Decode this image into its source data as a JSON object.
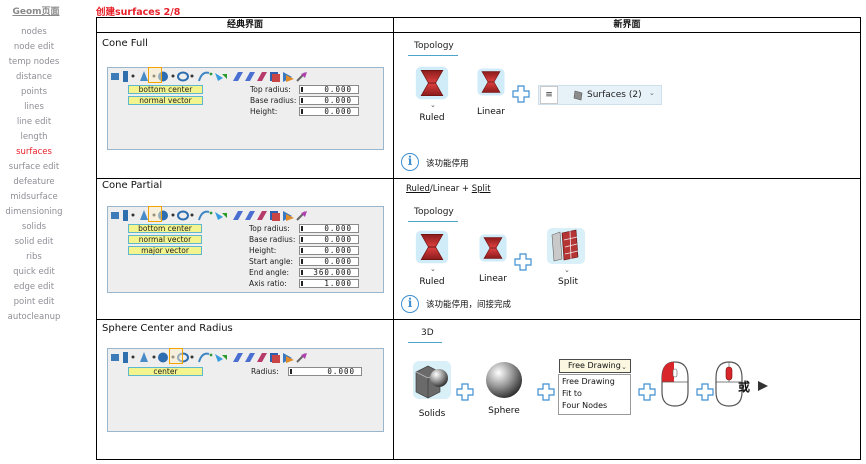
{
  "sidebar": {
    "title": "Geom页面",
    "items": [
      "nodes",
      "node edit",
      "temp nodes",
      "distance",
      "points",
      "lines",
      "line edit",
      "length",
      "surfaces",
      "surface edit",
      "defeature",
      "midsurface",
      "dimensioning",
      "solids",
      "solid edit",
      "ribs",
      "quick edit",
      "edge edit",
      "point edit",
      "autocleanup"
    ],
    "active_index": 8
  },
  "page": {
    "title": "创建surfaces 2/8"
  },
  "table": {
    "headers": {
      "classic": "经典界面",
      "new": "新界面"
    },
    "rows": [
      {
        "title": "Cone Full",
        "dialog": {
          "buttons": [
            "bottom center",
            "normal vector"
          ],
          "fields": [
            {
              "label": "Top radius:",
              "value": "0.000"
            },
            {
              "label": "Base radius:",
              "value": "0.000"
            },
            {
              "label": "Height:",
              "value": "0.000"
            }
          ]
        },
        "new_ui": {
          "tab": "Topology",
          "icons": [
            "Ruled",
            "Linear"
          ],
          "surfaces_label": "Surfaces (2)",
          "menu_glyph": "≡",
          "note": "该功能停用"
        }
      },
      {
        "title": "Cone Partial",
        "dialog": {
          "buttons": [
            "bottom center",
            "normal vector",
            "major vector"
          ],
          "fields": [
            {
              "label": "Top radius:",
              "value": "0.000"
            },
            {
              "label": "Base radius:",
              "value": "0.000"
            },
            {
              "label": "Height:",
              "value": "0.000"
            },
            {
              "label": "Start angle:",
              "value": "0.000"
            },
            {
              "label": "End angle:",
              "value": "360.000"
            },
            {
              "label": "Axis ratio:",
              "value": "1.000"
            }
          ]
        },
        "new_ui": {
          "formula": {
            "a": "Ruled",
            "sep1": "/",
            "b": "Linear",
            "sep2": " + ",
            "c": "Split"
          },
          "tab": "Topology",
          "icons": [
            "Ruled",
            "Linear",
            "Split"
          ],
          "note": "该功能停用，间接完成"
        }
      },
      {
        "title": "Sphere Center and Radius",
        "dialog": {
          "buttons": [
            "center"
          ],
          "fields": [
            {
              "label": "Radius:",
              "value": "0.000"
            }
          ]
        },
        "new_ui": {
          "tab": "3D",
          "icons": [
            "Solids",
            "Sphere"
          ],
          "dropdown": {
            "selected": "Free Drawing",
            "options": [
              "Free Drawing",
              "Fit to",
              "Four Nodes"
            ]
          },
          "or_text": "或"
        }
      }
    ]
  },
  "colors": {
    "accent_red": "#e8202a",
    "tab_underline": "#4ea3c9",
    "dialog_button": "#f4f48e",
    "info_blue": "#3f8fd0"
  }
}
